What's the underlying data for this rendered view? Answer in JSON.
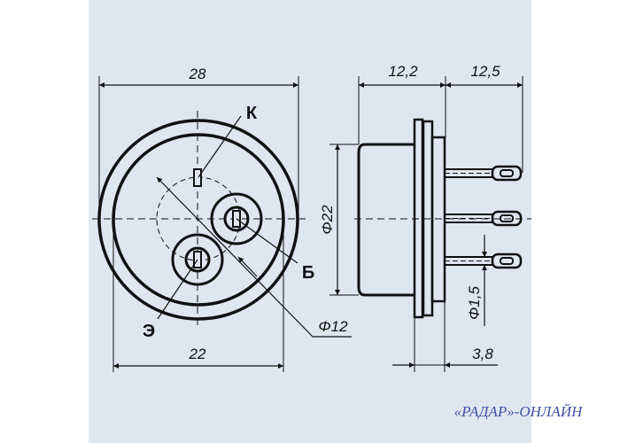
{
  "colors": {
    "panel": "#dfe6f0",
    "ink": "#111111",
    "watermark": "#3f51a3"
  },
  "front_view": {
    "dim_outer_diameter": "28",
    "dim_inner_diameter": "22",
    "dim_pin_circle": "Φ12",
    "pin_labels": {
      "collector": "К",
      "base": "Б",
      "emitter": "Э"
    }
  },
  "side_view": {
    "dim_body_length": "12,2",
    "dim_lead_length": "12,5",
    "dim_body_diameter": "Φ22",
    "dim_lead_diameter": "Φ1,5",
    "dim_flange_offset": "3,8"
  },
  "watermark": "«РАДАР»-ОНЛАЙН"
}
